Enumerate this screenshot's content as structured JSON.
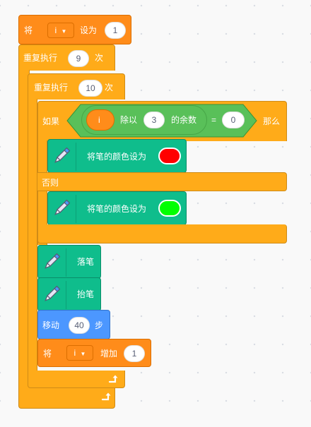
{
  "script": {
    "set_block": {
      "prefix": "将",
      "variable": "i",
      "middle": "设为",
      "value": "1"
    },
    "outer_repeat": {
      "prefix": "重复执行",
      "count": "9",
      "suffix": "次"
    },
    "inner_repeat": {
      "prefix": "重复执行",
      "count": "10",
      "suffix": "次"
    },
    "if_block": {
      "prefix": "如果",
      "suffix": "那么",
      "condition": {
        "operator_eq": "=",
        "right_value": "0",
        "mod": {
          "left_variable": "i",
          "op_label": "除以",
          "divisor": "3",
          "result_label": "的余数"
        }
      },
      "then_block": {
        "label": "将笔的颜色设为",
        "color": "#ff0000"
      },
      "else_label": "否则",
      "else_block": {
        "label": "将笔的颜色设为",
        "color": "#00ff00"
      }
    },
    "pen_down": {
      "label": "落笔"
    },
    "pen_up": {
      "label": "抬笔"
    },
    "move_block": {
      "prefix": "移动",
      "steps": "40",
      "suffix": "步"
    },
    "change_block": {
      "prefix": "将",
      "variable": "i",
      "middle": "增加",
      "value": "1"
    }
  },
  "icons": {
    "pen": "pen-icon",
    "loop": "loop-arrow-icon",
    "dropdown": "dropdown-arrow-icon"
  },
  "colors": {
    "events": "#ff8c1a",
    "control": "#ffab19",
    "pen": "#0fbd8c",
    "motion": "#4c97ff",
    "operators": "#59c059"
  }
}
